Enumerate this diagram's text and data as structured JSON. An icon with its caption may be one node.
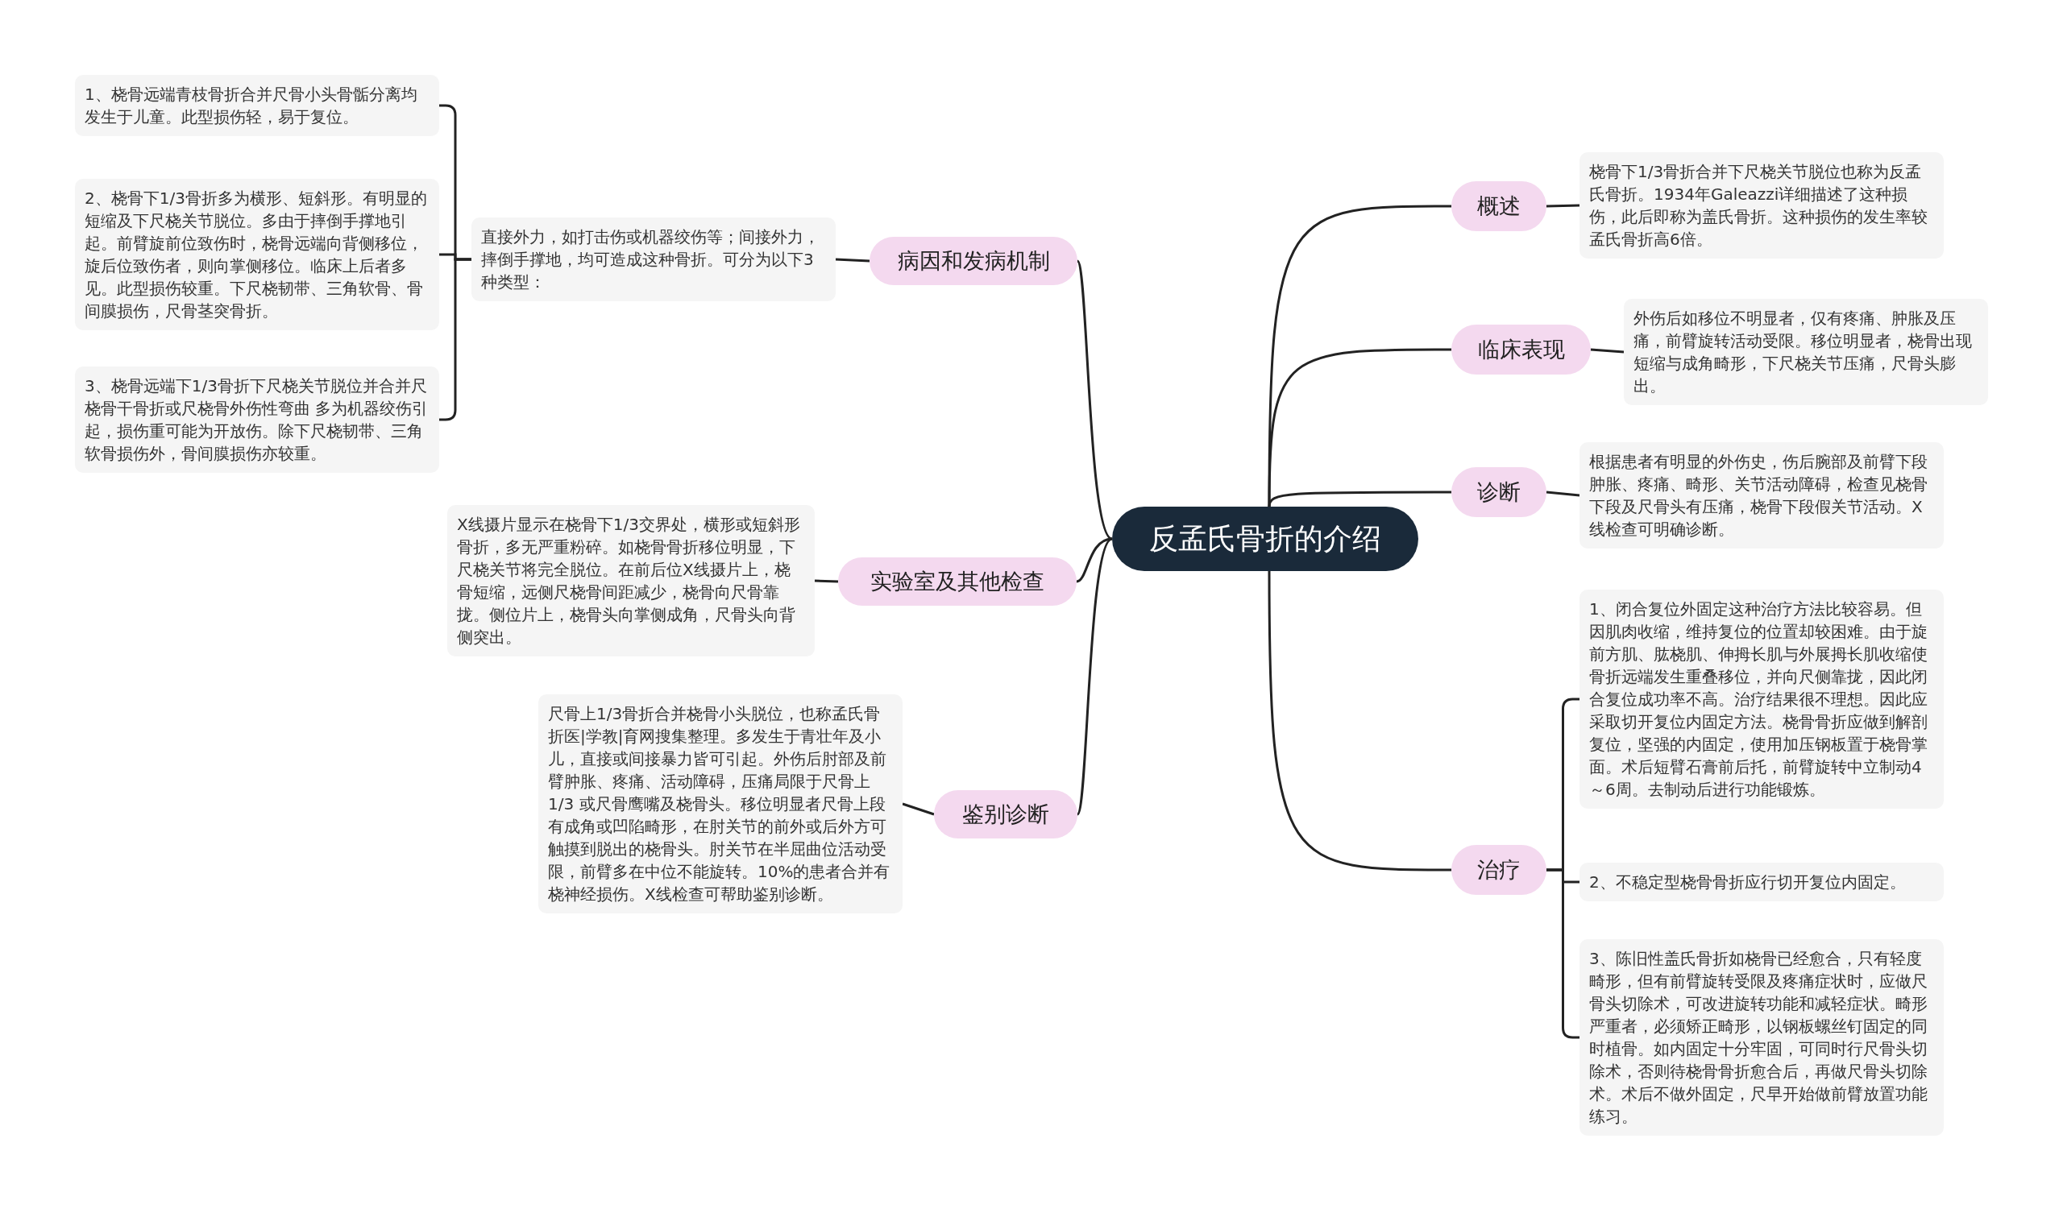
{
  "diagram": {
    "nodes": [
      {
        "text": [
          "反孟氏骨折的介绍"
        ]
      },
      {
        "text": [
          "病因和发病机制"
        ]
      },
      {
        "text": [
          "直接外力，如打击伤或机器绞伤等；间接外力，摔倒手撑地，均可造成这种骨折。可分为以下3种类型："
        ]
      },
      {
        "text": [
          "1、桡骨远端青枝骨折合并尺骨小头骨骺分离均发生于儿童。此型损伤轻，易于复位。"
        ]
      },
      {
        "text": [
          "2、桡骨下1/3骨折多为横形、短斜形。有明显的短缩及下尺桡关节脱位。多由于摔倒手撑地引起。前臂旋前位致伤时，桡骨远端向背侧移位，旋后位致伤者，则向掌侧移位。临床上后者多见。此型损伤较重。下尺桡韧带、三角软骨、骨间膜损伤，尺骨茎突骨折。"
        ]
      },
      {
        "text": [
          "3、桡骨远端下1/3骨折下尺桡关节脱位并合并尺桡骨干骨折或尺桡骨外伤性弯曲 多为机器绞伤引起，损伤重可能为开放伤。除下尺桡韧带、三角软骨损伤外，骨间膜损伤亦较重。"
        ]
      },
      {
        "text": [
          "实验室及其他检查"
        ]
      },
      {
        "text": [
          "X线摄片显示在桡骨下1/3交界处，横形或短斜形骨折，多无严重粉碎。如桡骨骨折移位明显，下尺桡关节将完全脱位。在前后位X线摄片上，桡骨短缩，远侧尺桡骨间距减少，桡骨向尺骨靠拢。侧位片上，桡骨头向掌侧成角，尺骨头向背侧突出。"
        ]
      },
      {
        "text": [
          "鉴别诊断"
        ]
      },
      {
        "text": [
          "尺骨上1/3骨折合并桡骨小头脱位，也称孟氏骨折医|学教|育网搜集整理。多发生于青壮年及小儿，直接或间接暴力皆可引起。外伤后肘部及前臂肿胀、疼痛、活动障碍，压痛局限于尺骨上1/3 或尺骨鹰嘴及桡骨头。移位明显者尺骨上段有成角或凹陷畸形，在肘关节的前外或后外方可触摸到脱出的桡骨头。肘关节在半屈曲位活动受限，前臂多在中位不能旋转。10%的患者合并有桡神经损伤。X线检查可帮助鉴别诊断。"
        ]
      },
      {
        "text": [
          "概述"
        ]
      },
      {
        "text": [
          "桡骨下1/3骨折合并下尺桡关节脱位也称为反孟氏骨折。1934年Galeazzi详细描述了这种损伤，此后即称为盖氏骨折。这种损伤的发生率较孟氏骨折高6倍。"
        ]
      },
      {
        "text": [
          "临床表现"
        ]
      },
      {
        "text": [
          "外伤后如移位不明显者，仅有疼痛、肿胀及压痛，前臂旋转活动受限。移位明显者，桡骨出现短缩与成角畸形，下尺桡关节压痛，尺骨头膨出。"
        ]
      },
      {
        "text": [
          "诊断"
        ]
      },
      {
        "text": [
          "根据患者有明显的外伤史，伤后腕部及前臂下段肿胀、疼痛、畸形、关节活动障碍，检查见桡骨下段及尺骨头有压痛，桡骨下段假关节活动。X线检查可明确诊断。"
        ]
      },
      {
        "text": [
          "治疗"
        ]
      },
      {
        "text": [
          "1、闭合复位外固定这种治疗方法比较容易。但因肌肉收缩，维持复位的位置却较困难。由于旋前方肌、肱桡肌、伸拇长肌与外展拇长肌收缩使骨折远端发生重叠移位，并向尺侧靠拢，因此闭合复位成功率不高。治疗结果很不理想。因此应采取切开复位内固定方法。桡骨骨折应做到解剖复位，坚强的内固定，使用加压钢板置于桡骨掌面。术后短臂石膏前后托，前臂旋转中立制动4～6周。去制动后进行功能锻炼。"
        ]
      },
      {
        "text": [
          "2、不稳定型桡骨骨折应行切开复位内固定。"
        ]
      },
      {
        "text": [
          "3、陈旧性盖氏骨折如桡骨已经愈合，只有轻度畸形，但有前臂旋转受限及疼痛症状时，应做尺骨头切除术，可改进旋转功能和减轻症状。畸形严重者，必须矫正畸形，以钢板螺丝钉固定的同时植骨。如内固定十分牢固，可同时行尺骨头切除术，否则待桡骨骨折愈合后，再做尺骨头切除术。术后不做外固定，尺早开始做前臂放置功能练习。"
        ]
      }
    ],
    "edges": [
      {
        "from": 0,
        "to": 1,
        "arrow": "none"
      },
      {
        "from": 1,
        "to": 2,
        "arrow": "none"
      },
      {
        "from": 2,
        "to": 3,
        "arrow": "none"
      },
      {
        "from": 2,
        "to": 4,
        "arrow": "none"
      },
      {
        "from": 2,
        "to": 5,
        "arrow": "none"
      },
      {
        "from": 0,
        "to": 6,
        "arrow": "none"
      },
      {
        "from": 6,
        "to": 7,
        "arrow": "none"
      },
      {
        "from": 0,
        "to": 8,
        "arrow": "none"
      },
      {
        "from": 8,
        "to": 9,
        "arrow": "none"
      },
      {
        "from": 0,
        "to": 10,
        "arrow": "none"
      },
      {
        "from": 10,
        "to": 11,
        "arrow": "none"
      },
      {
        "from": 0,
        "to": 12,
        "arrow": "none"
      },
      {
        "from": 12,
        "to": 13,
        "arrow": "none"
      },
      {
        "from": 0,
        "to": 14,
        "arrow": "none"
      },
      {
        "from": 14,
        "to": 15,
        "arrow": "none"
      },
      {
        "from": 0,
        "to": 16,
        "arrow": "none"
      },
      {
        "from": 16,
        "to": 17,
        "arrow": "none"
      },
      {
        "from": 16,
        "to": 18,
        "arrow": "none"
      },
      {
        "from": 16,
        "to": 19,
        "arrow": "none"
      }
    ]
  }
}
